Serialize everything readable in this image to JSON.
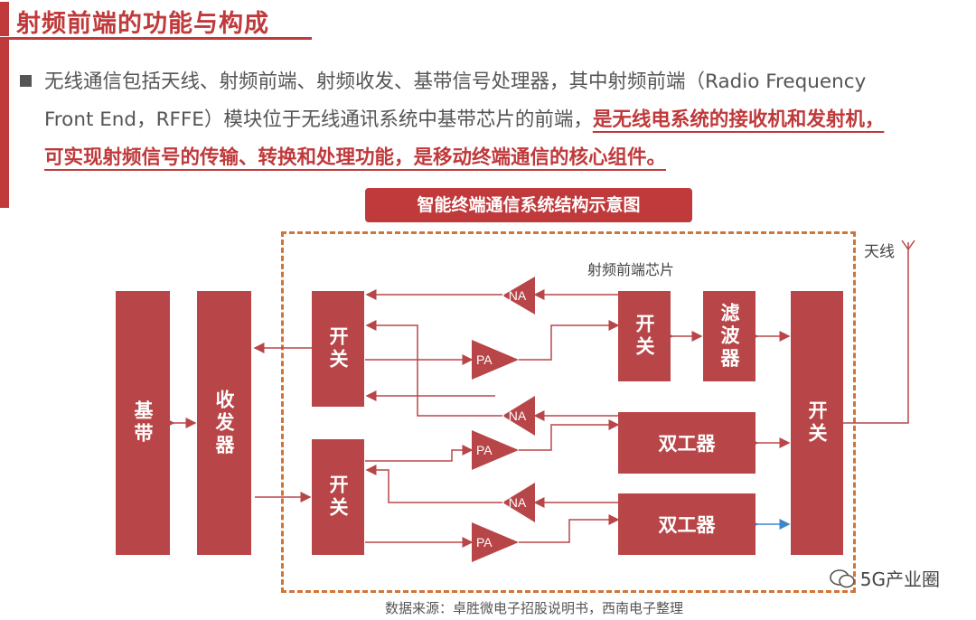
{
  "header": {
    "title": "射频前端的功能与构成"
  },
  "bullet": {
    "line1": "无线通信包括天线、射频前端、射频收发、基带信号处理器，其中射频前端（Radio Frequency",
    "line2_prefix": "Front End，RFFE）模块位于无线通讯系统中基带芯片的前端，",
    "line2_highlight": "是无线电系统的接收机和发射机，",
    "line3_highlight": "可实现射频信号的传输、转换和处理功能，是移动终端通信的核心组件。"
  },
  "diagram": {
    "title": "智能终端通信系统结构示意图",
    "chip_label": "射频前端芯片",
    "antenna_label": "天线",
    "blocks": {
      "baseband": "基带",
      "transceiver": "收发器",
      "switch_top": "开关",
      "switch_bottom": "开关",
      "switch_mid": "开关",
      "filter": "滤波器",
      "duplexer_1": "双工器",
      "duplexer_2": "双工器",
      "switch_right": "开关"
    },
    "amps": {
      "lna": "LNA",
      "pa": "PA"
    }
  },
  "footer": {
    "source": "数据来源：卓胜微电子招股说明书，西南电子整理",
    "watermark": "5G产业圈"
  },
  "colors": {
    "accent": "#c0393b",
    "dashed": "#d27437",
    "block": "#b84648",
    "blue_arrow": "#3f86c8"
  }
}
